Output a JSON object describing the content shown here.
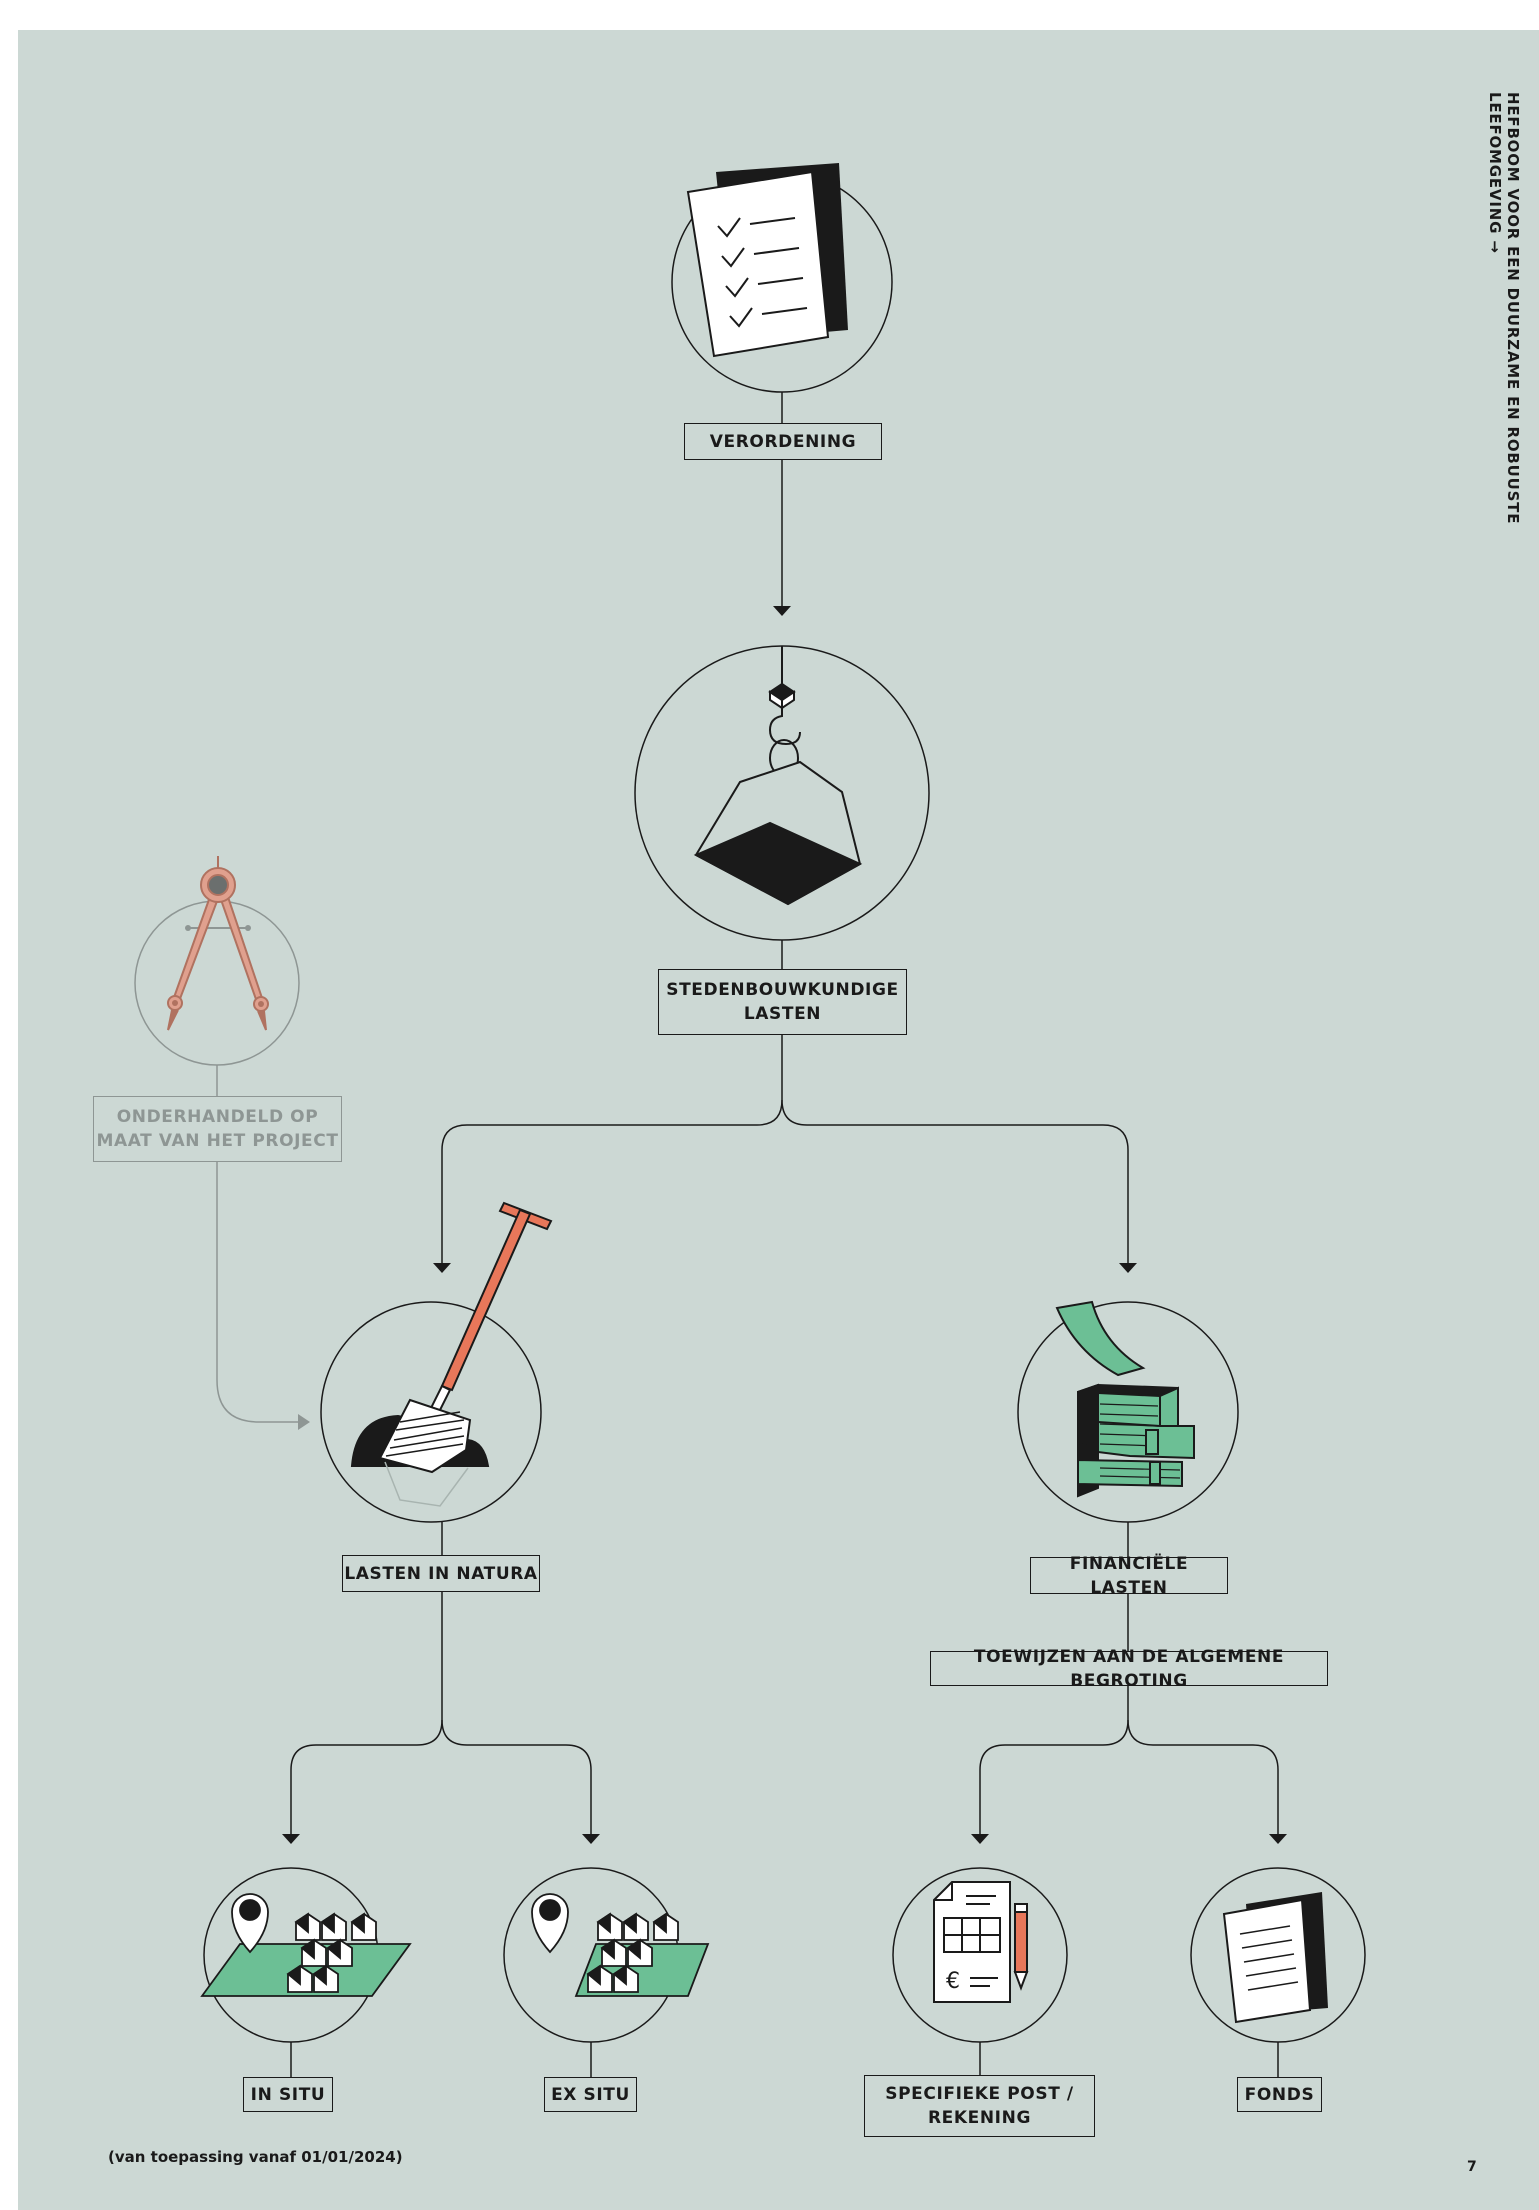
{
  "side_title": "HEFBOOM VOOR EEN DUURZAME EN ROBUUSTE LEEFOMGEVING →",
  "nodes": {
    "verordening": "VERORDENING",
    "stedenbouwkundige_lasten": "STEDENBOUWKUNDIGE\nLASTEN",
    "onderhandeld": "ONDERHANDELD OP\nMAAT VAN HET PROJECT",
    "lasten_in_natura": "LASTEN IN NATURA",
    "financiele_lasten": "FINANCIËLE LASTEN",
    "toewijzen": "TOEWIJZEN AAN DE ALGEMENE BEGROTING",
    "in_situ": "IN SITU",
    "ex_situ": "EX SITU",
    "specifieke_post": "SPECIFIEKE POST /\nREKENING",
    "fonds": "FONDS"
  },
  "footnote": "(van toepassing vanaf 01/01/2024)",
  "page_number": "7",
  "colors": {
    "background": "#ccd8d4",
    "ink": "#1a1a1a",
    "accent_orange": "#e8775a",
    "accent_green": "#6cbf95",
    "faded": "#8e9694"
  }
}
